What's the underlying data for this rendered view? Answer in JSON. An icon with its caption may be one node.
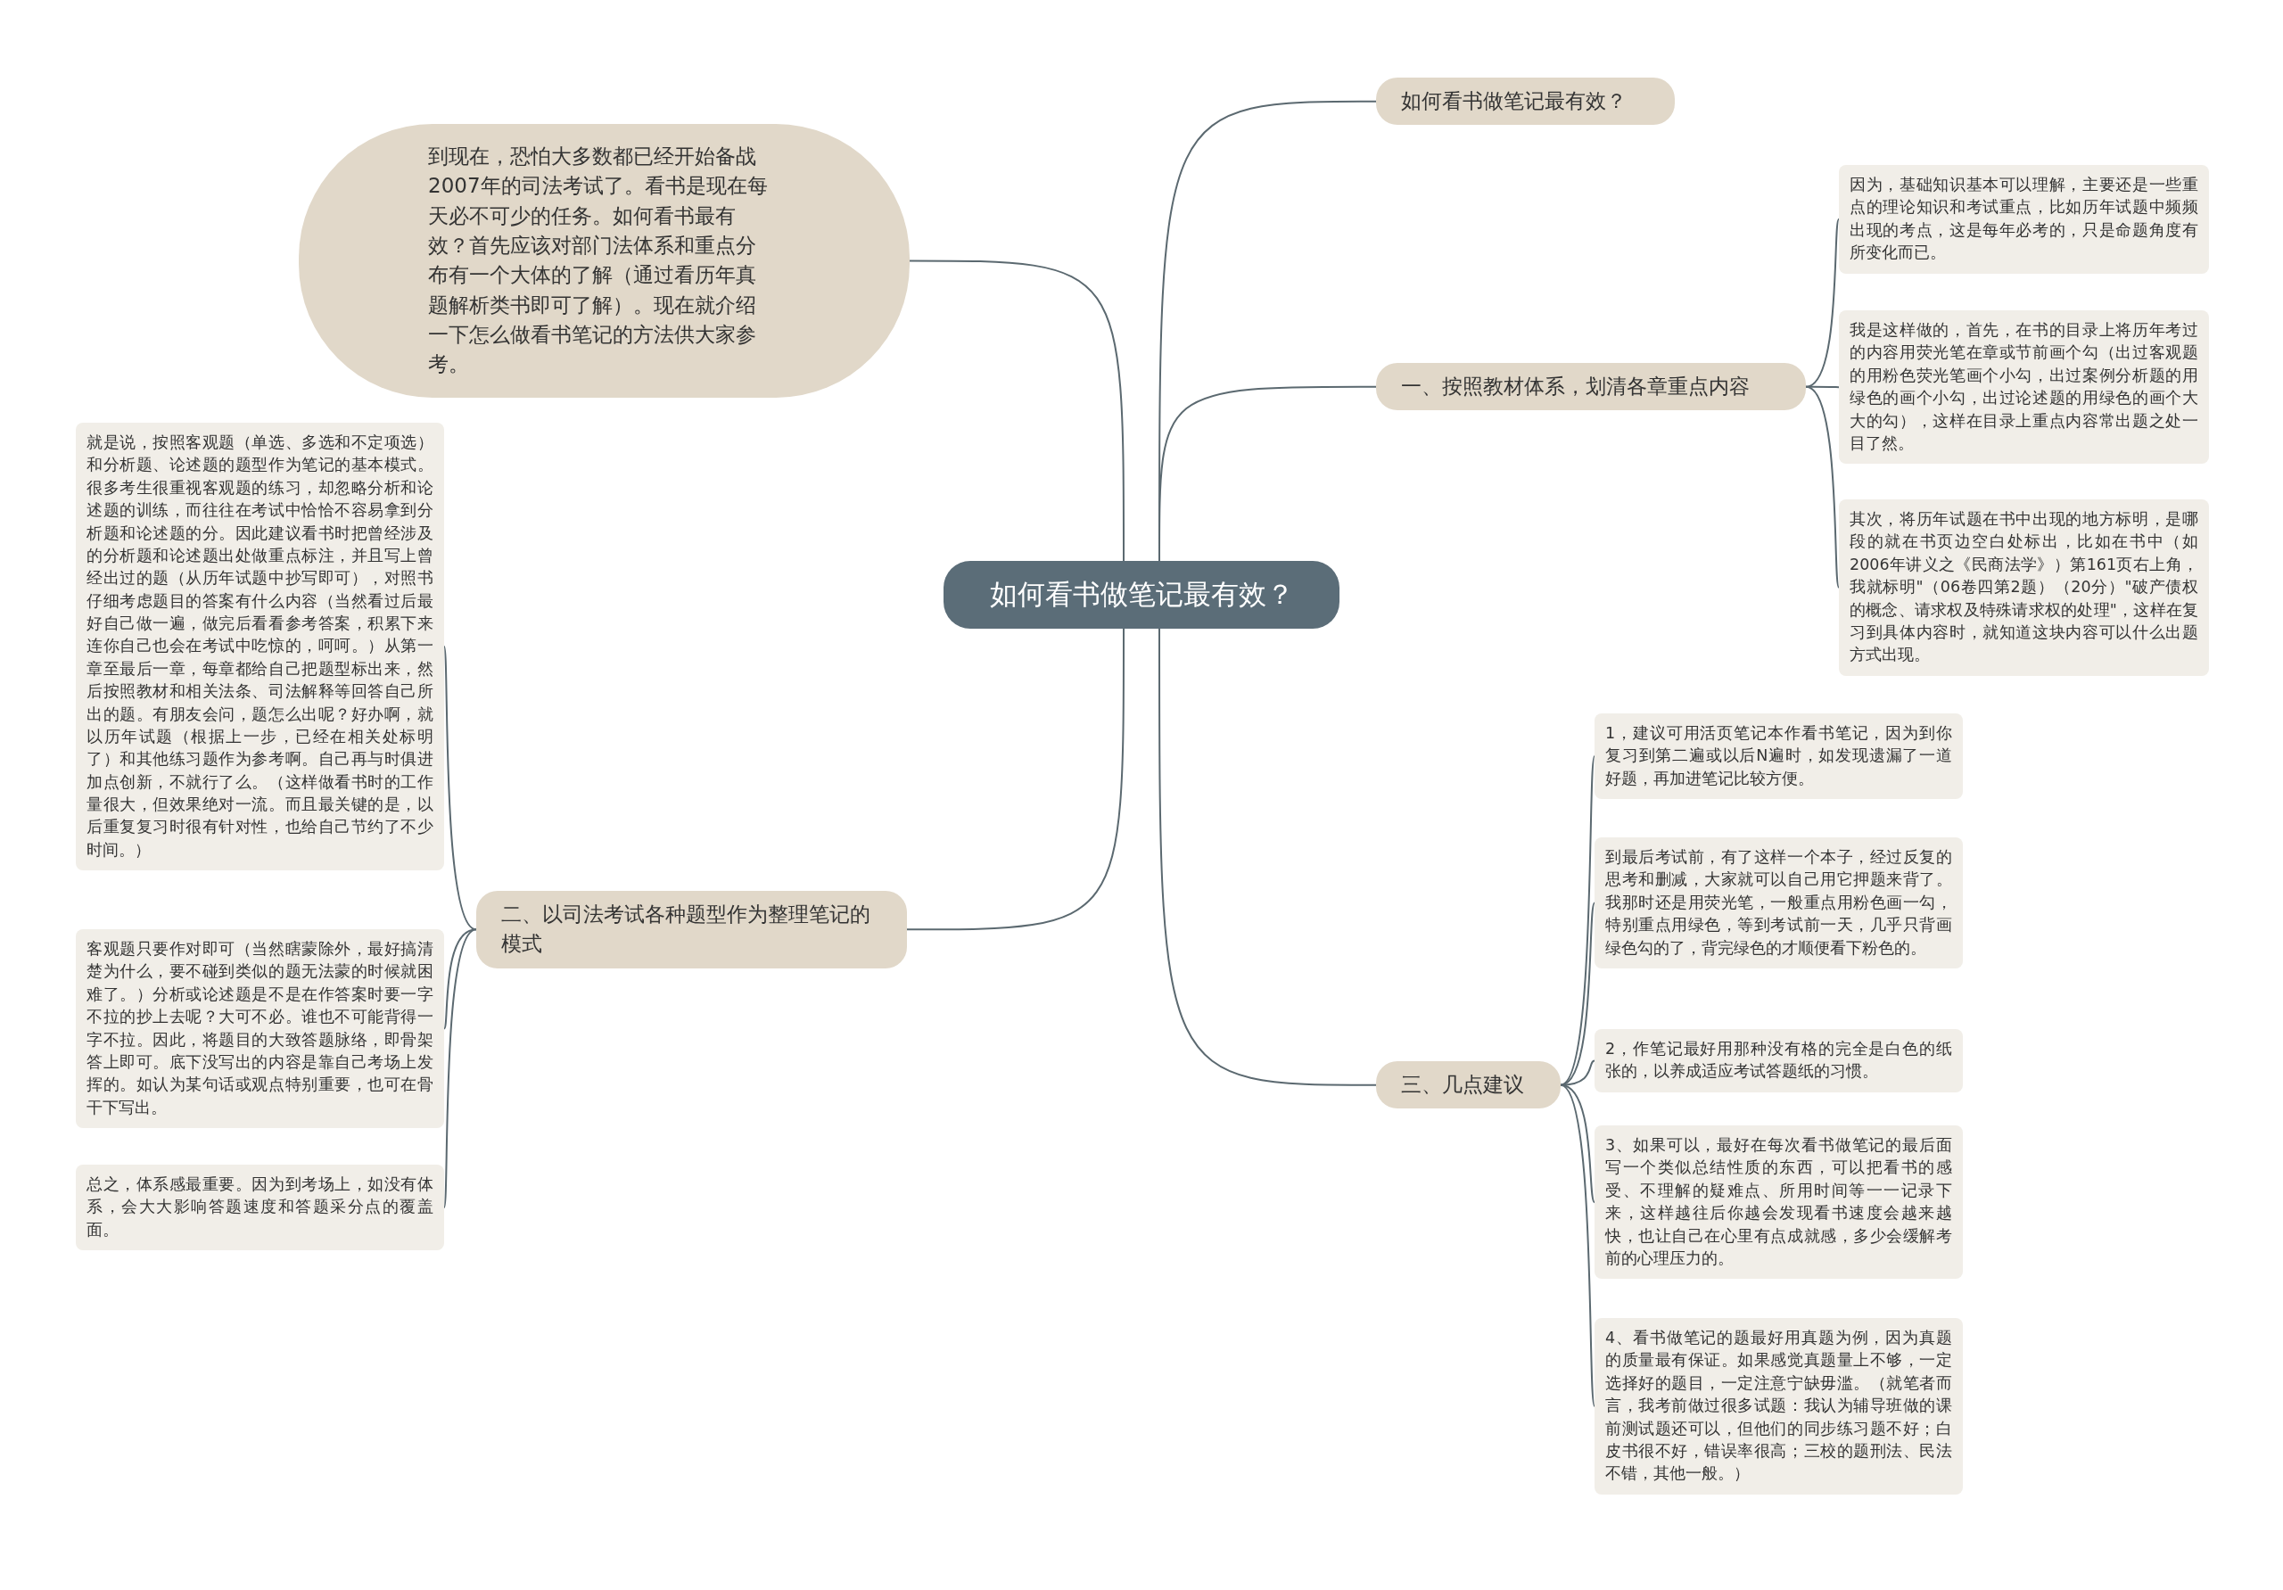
{
  "diagram": {
    "nodes": [
      {
        "text": [
          "如何看书做笔记最有效？"
        ]
      },
      {
        "text": [
          "如何看书做笔记最有效？"
        ]
      },
      {
        "text": [
          "到现在，恐怕大多数都已经开始备战2007年的司法考试了。看书是现在每天必不可少的任务。如何看书最有效？首先应该对部门法体系和重点分布有一个大体的了解（通过看历年真题解析类书即可了解）。现在就介绍一下怎么做看书笔记的方法供大家参考。"
        ]
      },
      {
        "text": [
          "一、按照教材体系，划清各章重点内容"
        ]
      },
      {
        "text": [
          "因为，基础知识基本可以理解，主要还是一些重点的理论知识和考试重点，比如历年试题中频频出现的考点，这是每年必考的，只是命题角度有所变化而已。"
        ]
      },
      {
        "text": [
          "我是这样做的，首先，在书的目录上将历年考过的内容用荧光笔在章或节前画个勾（出过客观题的用粉色荧光笔画个小勾，出过案例分析题的用绿色的画个小勾，出过论述题的用绿色的画个大大的勾），这样在目录上重点内容常出题之处一目了然。"
        ]
      },
      {
        "text": [
          "其次，将历年试题在书中出现的地方标明，是哪段的就在书页边空白处标出，比如在书中（如2006年讲义之《民商法学》）第161页右上角，我就标明\"（06卷四第2题）（20分）\"破产债权的概念、请求权及特殊请求权的处理\"，这样在复习到具体内容时，就知道这块内容可以什么出题方式出现。"
        ]
      },
      {
        "text": [
          "二、以司法考试各种题型作为整理笔记的模式"
        ]
      },
      {
        "text": [
          "就是说，按照客观题（单选、多选和不定项选）和分析题、论述题的题型作为笔记的基本模式。很多考生很重视客观题的练习，却忽略分析和论述题的训练，而往往在考试中恰恰不容易拿到分析题和论述题的分。因此建议看书时把曾经涉及的分析题和论述题出处做重点标注，并且写上曾经出过的题（从历年试题中抄写即可），对照书仔细考虑题目的答案有什么内容（当然看过后最好自己做一遍，做完后看看参考答案，积累下来连你自己也会在考试中吃惊的，呵呵。）从第一章至最后一章，每章都给自己把题型标出来，然后按照教材和相关法条、司法解释等回答自己所出的题。有朋友会问，题怎么出呢？好办啊，就以历年试题（根据上一步，已经在相关处标明了）和其他练习题作为参考啊。自己再与时俱进加点创新，不就行了么。（这样做看书时的工作量很大，但效果绝对一流。而且最关键的是，以后重复复习时很有针对性，也给自己节约了不少时间。）"
        ]
      },
      {
        "text": [
          "客观题只要作对即可（当然瞎蒙除外，最好搞清楚为什么，要不碰到类似的题无法蒙的时候就困难了。）分析或论述题是不是在作答案时要一字不拉的抄上去呢？大可不必。谁也不可能背得一字不拉。因此，将题目的大致答题脉络，即骨架答上即可。底下没写出的内容是靠自己考场上发挥的。如认为某句话或观点特别重要，也可在骨干下写出。"
        ]
      },
      {
        "text": [
          "总之，体系感最重要。因为到考场上，如没有体系，会大大影响答题速度和答题采分点的覆盖面。"
        ]
      },
      {
        "text": [
          "三、几点建议"
        ]
      },
      {
        "text": [
          "1，建议可用活页笔记本作看书笔记，因为到你复习到第二遍或以后N遍时，如发现遗漏了一道好题，再加进笔记比较方便。"
        ]
      },
      {
        "text": [
          "到最后考试前，有了这样一个本子，经过反复的思考和删减，大家就可以自己用它押题来背了。我那时还是用荧光笔，一般重点用粉色画一勾，特别重点用绿色，等到考试前一天，几乎只背画绿色勾的了，背完绿色的才顺便看下粉色的。"
        ]
      },
      {
        "text": [
          "2，作笔记最好用那种没有格的完全是白色的纸张的，以养成适应考试答题纸的习惯。"
        ]
      },
      {
        "text": [
          "3、如果可以，最好在每次看书做笔记的最后面写一个类似总结性质的东西，可以把看书的感受、不理解的疑难点、所用时间等一一记录下来，这样越往后你越会发现看书速度会越来越快，也让自己在心里有点成就感，多少会缓解考前的心理压力的。"
        ]
      },
      {
        "text": [
          "4、看书做笔记的题最好用真题为例，因为真题的质量最有保证。如果感觉真题量上不够，一定选择好的题目，一定注意宁缺毋滥。（就笔者而言，我考前做过很多试题：我认为辅导班做的课前测试题还可以，但他们的同步练习题不好；白皮书很不好，错误率很高；三校的题刑法、民法不错，其他一般。）"
        ]
      }
    ],
    "edges": [
      {
        "from": 0,
        "to": 1,
        "arrow": "none"
      },
      {
        "from": 0,
        "to": 2,
        "arrow": "none"
      },
      {
        "from": 0,
        "to": 3,
        "arrow": "none"
      },
      {
        "from": 3,
        "to": 4,
        "arrow": "none"
      },
      {
        "from": 3,
        "to": 5,
        "arrow": "none"
      },
      {
        "from": 3,
        "to": 6,
        "arrow": "none"
      },
      {
        "from": 0,
        "to": 7,
        "arrow": "none"
      },
      {
        "from": 7,
        "to": 8,
        "arrow": "none"
      },
      {
        "from": 7,
        "to": 9,
        "arrow": "none"
      },
      {
        "from": 7,
        "to": 10,
        "arrow": "none"
      },
      {
        "from": 0,
        "to": 11,
        "arrow": "none"
      },
      {
        "from": 11,
        "to": 12,
        "arrow": "none"
      },
      {
        "from": 11,
        "to": 13,
        "arrow": "none"
      },
      {
        "from": 11,
        "to": 14,
        "arrow": "none"
      },
      {
        "from": 11,
        "to": 15,
        "arrow": "none"
      },
      {
        "from": 11,
        "to": 16,
        "arrow": "none"
      }
    ]
  }
}
